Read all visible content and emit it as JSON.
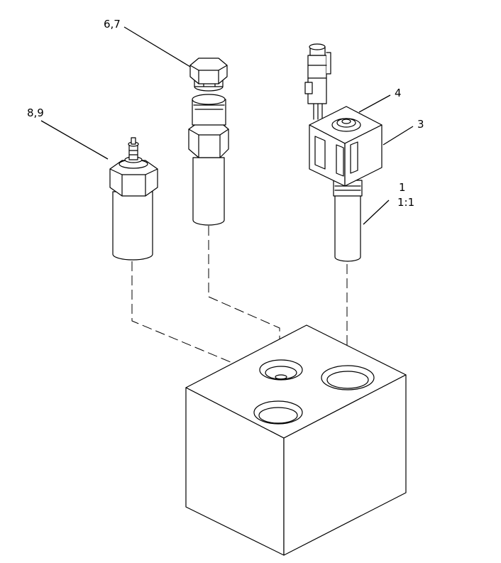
{
  "diagram": {
    "callouts": {
      "item_67": "6,7",
      "item_89": "8,9",
      "item_4": "4",
      "item_3": "3",
      "item_1": "1",
      "item_1_ratio": "1:1"
    },
    "colors": {
      "line": "#000000",
      "background": "#ffffff"
    }
  }
}
